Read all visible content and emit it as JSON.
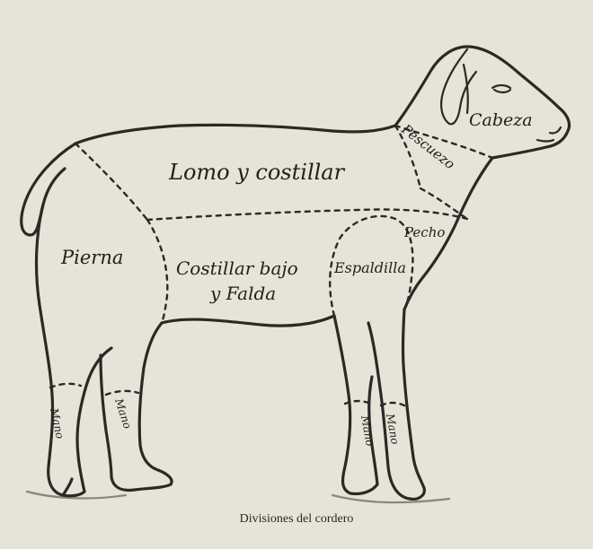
{
  "figure": {
    "caption": "Divisiones del cordero",
    "cuts": {
      "cabeza": "Cabeza",
      "pescuezo": "Pescuezo",
      "lomo": "Lomo y costillar",
      "pecho": "Pecho",
      "pierna": "Pierna",
      "costillar_line1": "Costillar bajo",
      "costillar_line2": "y Falda",
      "espaldilla": "Espaldilla",
      "mano_hind_left": "Mano",
      "mano_hind_right": "Mano",
      "mano_front_left": "Mano",
      "mano_front_right": "Mano"
    }
  },
  "colors": {
    "paper": "#e6e3d8",
    "ink": "#2b2926"
  }
}
